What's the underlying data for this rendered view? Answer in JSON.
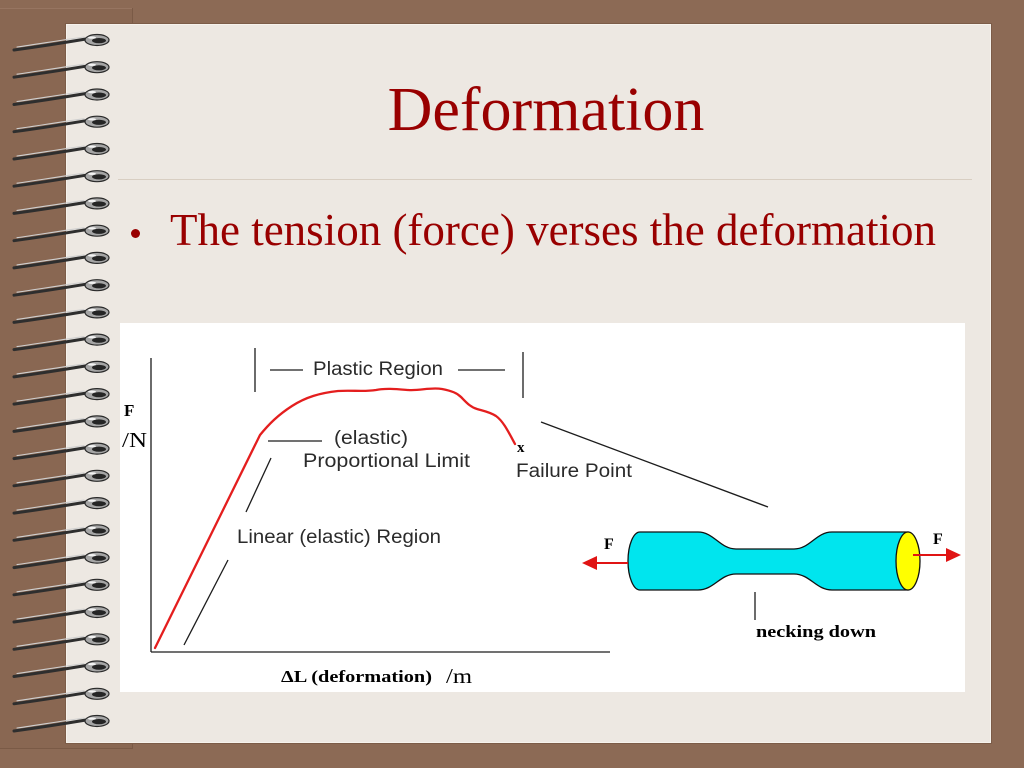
{
  "slide": {
    "title": "Deformation",
    "bullets": [
      {
        "text": "The tension (force) verses the deformation"
      }
    ]
  },
  "diagram": {
    "axes": {
      "y_symbol": "F",
      "y_unit": "/N",
      "x_symbol": "ΔL (deformation)",
      "x_unit": "/m"
    },
    "annotations": {
      "plastic_region": "Plastic Region",
      "elastic_note": "(elastic)",
      "proportional_limit": "Proportional Limit",
      "linear_region": "Linear (elastic) Region",
      "failure_marker": "x",
      "failure_point": "Failure Point"
    },
    "specimen": {
      "left_force": "F",
      "right_force": "F",
      "necking": "necking down"
    }
  },
  "colors": {
    "frame": "#8c6a55",
    "slide": "#ede8e2",
    "text": "#990000",
    "curve": "#e41e1e",
    "specimen_body": "#00e5ee",
    "specimen_end": "#ffff00",
    "force_arrow": "#e01414"
  }
}
